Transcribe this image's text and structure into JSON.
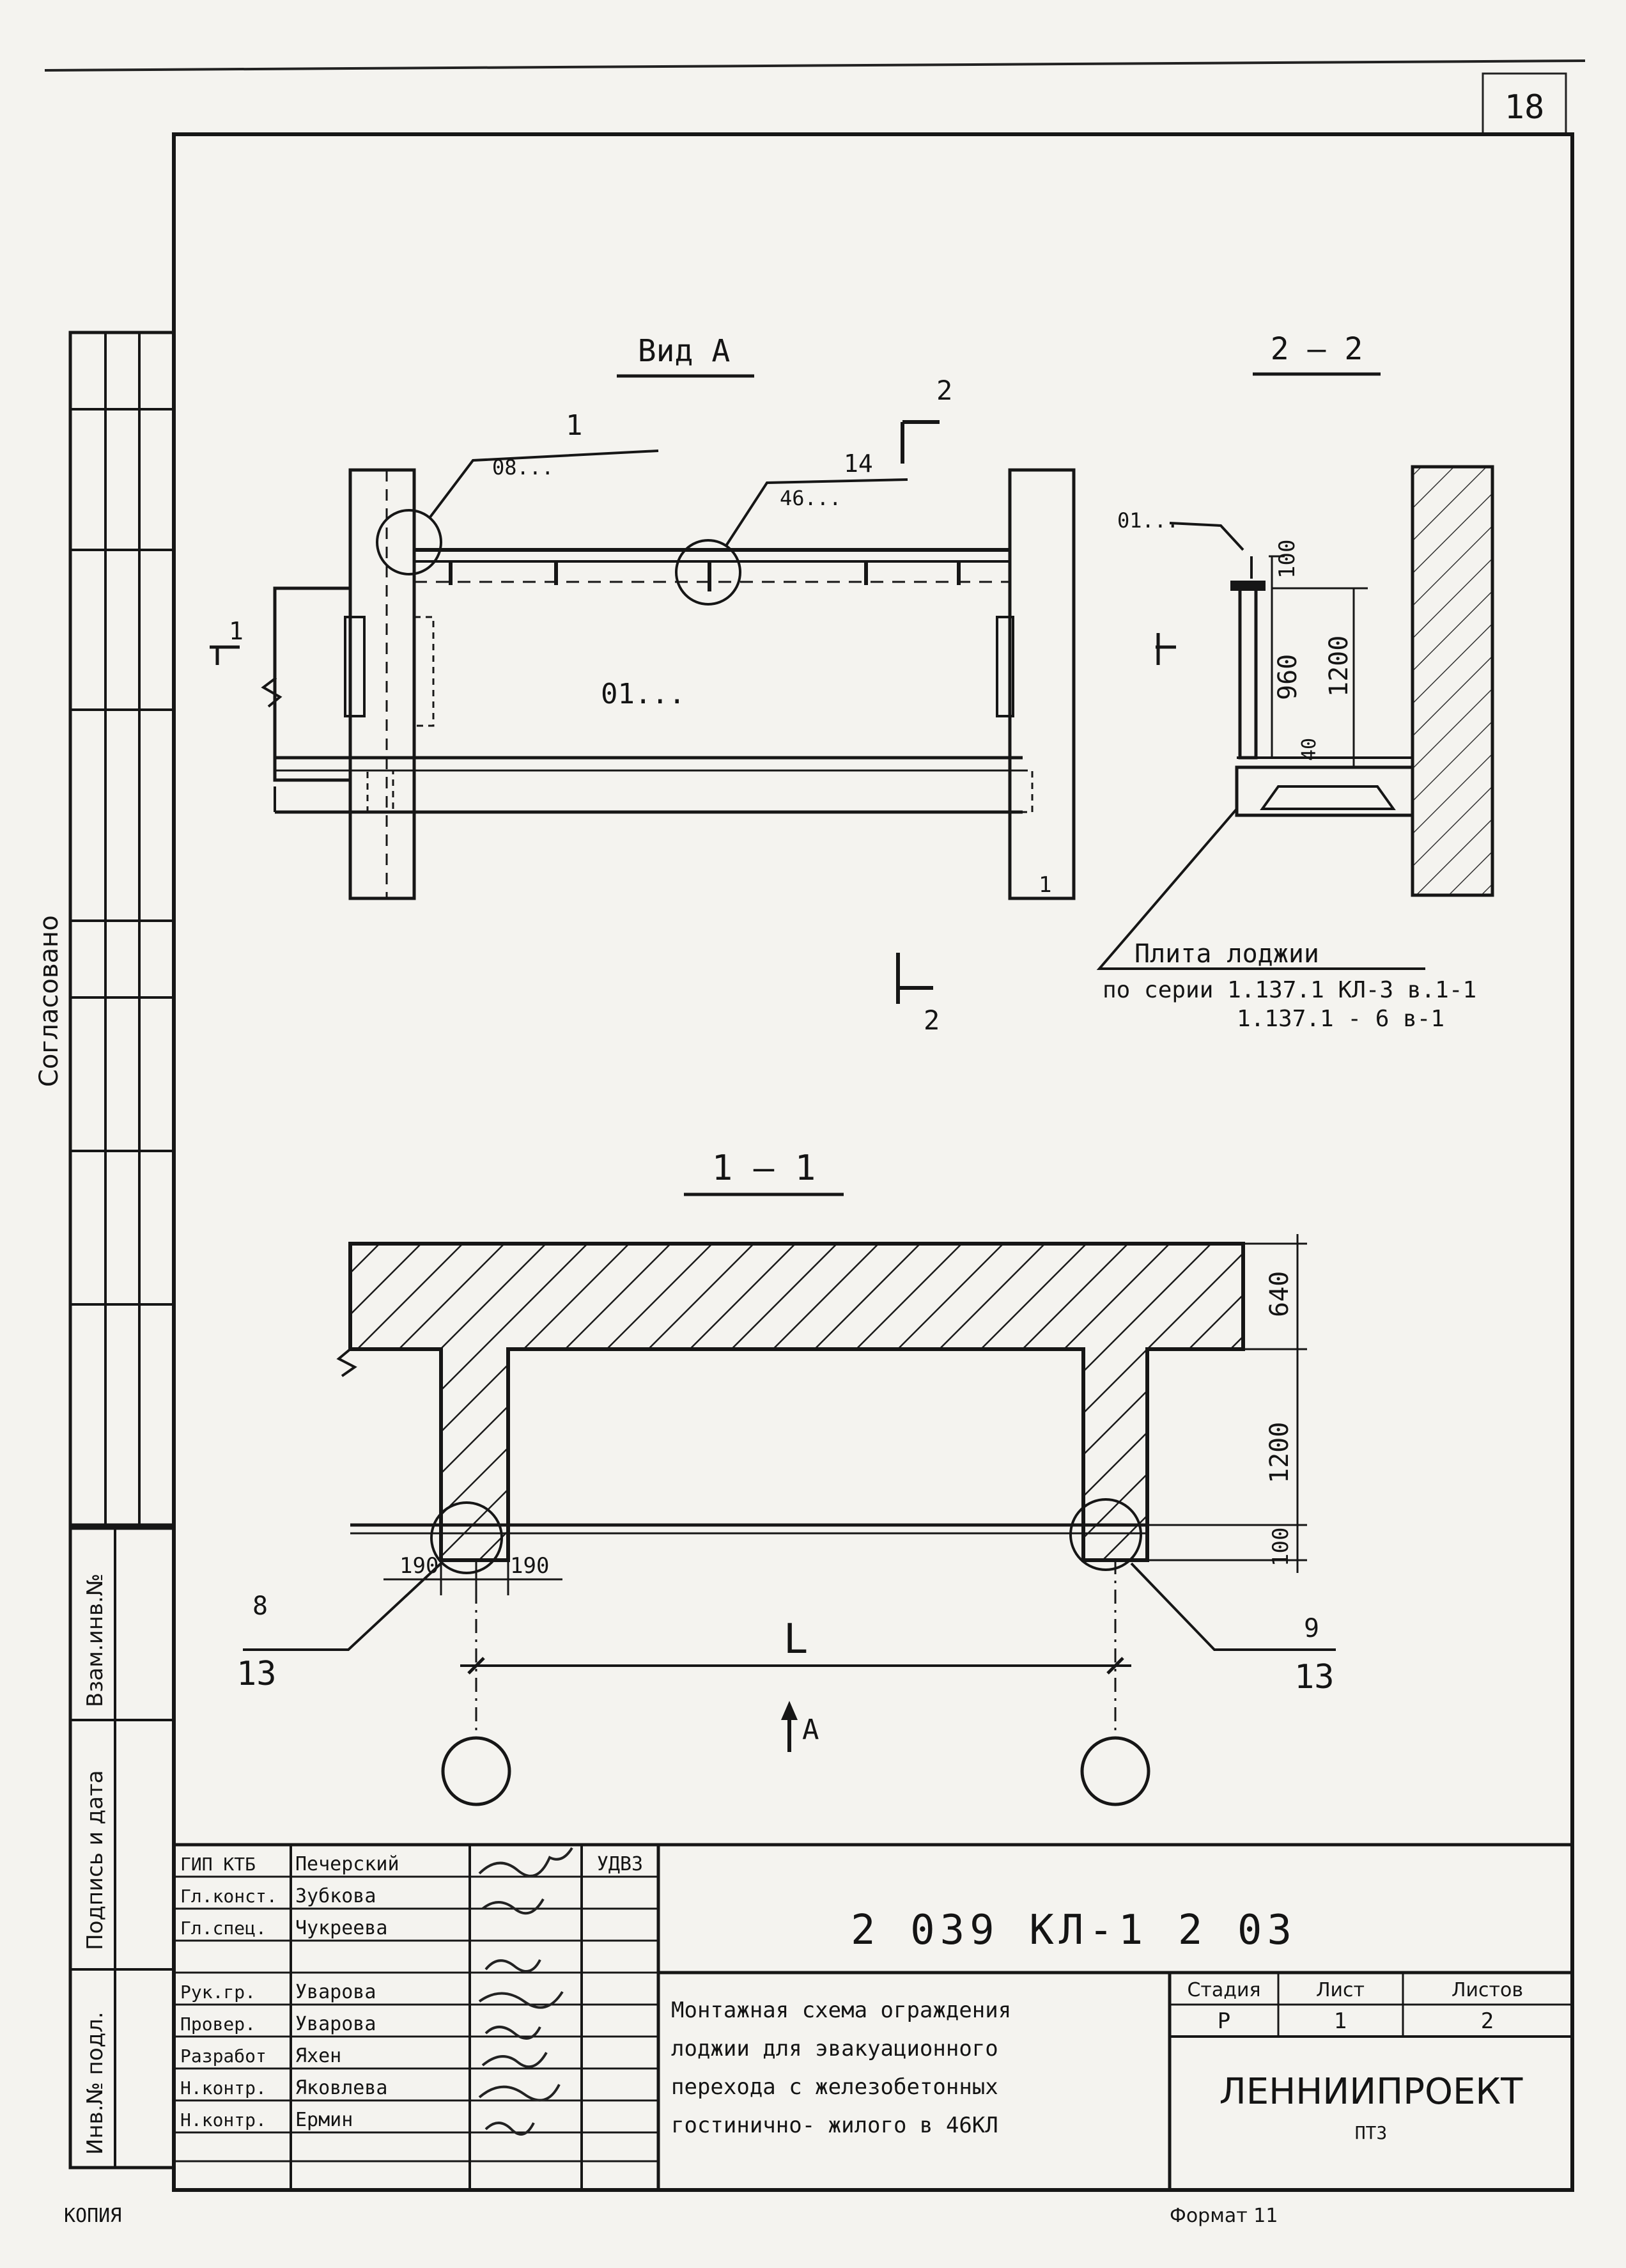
{
  "sheet": {
    "page_number": "18",
    "format_label": "Формат 11",
    "footer_left": "КОПИЯ"
  },
  "views": {
    "view_a": {
      "title": "Вид А",
      "callout_1_num": "1",
      "callout_1_text": "08...",
      "callout_14_num": "14",
      "callout_14_text": "46...",
      "opening_label": "01...",
      "section_1_marker": "1",
      "section_2_marker_top": "2",
      "section_2_marker_bottom": "2",
      "right_marker": "1"
    },
    "section_2_2": {
      "title": "2 — 2",
      "label_01": "01...",
      "dim_100": "100",
      "dim_960": "960",
      "dim_1200": "1200",
      "dim_40": "40",
      "slab_note_1": "Плита лоджии",
      "slab_note_2": "по серии 1.137.1 КЛ-3 в.1-1",
      "slab_note_3": "1.137.1 - 6  в-1"
    },
    "section_1_1": {
      "title": "1 — 1",
      "dim_640": "640",
      "dim_1200": "1200",
      "dim_100": "100",
      "dim_190_left": "190",
      "dim_190_right": "190",
      "span_label": "L",
      "arrow_label": "А",
      "callout_8_num": "8",
      "callout_8_sheet": "13",
      "callout_9_num": "9",
      "callout_9_sheet": "13"
    }
  },
  "left_strip": {
    "approved_label": "Согласовано",
    "interchange_label": "Взам.инв.№",
    "sign_date_label": "Подпись и дата",
    "inv_label": "Инв.№ подл."
  },
  "title_block": {
    "doc_code": "2 039 КЛ-1 2 03",
    "description_lines": [
      "Монтажная схема ограждения",
      "лоджии для эвакуационного",
      "перехода с железобетонных",
      "гостинично- жилого в 46КЛ"
    ],
    "stage_header": "Стадия",
    "sheet_header": "Лист",
    "sheets_header": "Листов",
    "stage_value": "Р",
    "sheet_value": "1",
    "sheets_value": "2",
    "org_name": "ЛЕННИИПРОЕКТ",
    "org_sub": "ПТЗ",
    "date_header": "УДВЗ",
    "signatures": [
      {
        "role": "ГИП КТБ",
        "name": "Печерский"
      },
      {
        "role": "Гл.конст.",
        "name": "Зубкова"
      },
      {
        "role": "Гл.спец.",
        "name": "Чукреева"
      },
      {
        "role": "Рук.гр.",
        "name": "Уварова"
      },
      {
        "role": "Провер.",
        "name": "Уварова"
      },
      {
        "role": "Разработ",
        "name": "Яхен"
      },
      {
        "role": "Н.контр.",
        "name": "Яковлева"
      },
      {
        "role": "Н.контр.",
        "name": "Ермин"
      }
    ]
  }
}
